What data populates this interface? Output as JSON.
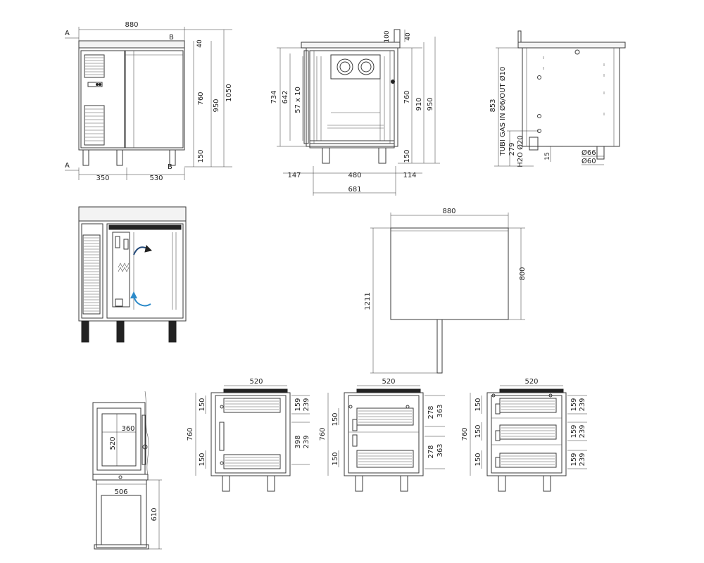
{
  "view1": {
    "dims": {
      "width": "880",
      "height_top": "40",
      "height_760": "760",
      "height_950": "950",
      "height_1050": "1050",
      "leg_150": "150",
      "left_350": "350",
      "right_530": "530"
    },
    "section_marks": {
      "a_top": "A",
      "b_top": "B",
      "a_bottom": "A",
      "b_bottom": "B"
    }
  },
  "view2": {
    "dims": {
      "d100": "100",
      "d40": "40",
      "d734": "734",
      "d642": "642",
      "rails": "57 x 10",
      "d760": "760",
      "d910": "910",
      "d950": "950",
      "d150": "150",
      "d147": "147",
      "d480": "480",
      "d114": "114",
      "d681": "681"
    }
  },
  "view3": {
    "dims": {
      "d853": "853",
      "gas": "TUBI GAS IN Ø6/OUT Ø10",
      "d279": "279",
      "h2o": "H2O Ø20",
      "d15": "15",
      "d66": "Ø66",
      "d60": "Ø60"
    }
  },
  "view5": {
    "dims": {
      "d880": "880",
      "d800": "800",
      "d1211": "1211"
    }
  },
  "view6": {
    "dims": {
      "d360": "360",
      "d520": "520",
      "d506": "506",
      "d610": "610"
    }
  },
  "view7": {
    "dims": {
      "d520": "520",
      "d760": "760",
      "d150a": "150",
      "d150b": "150",
      "d159": "159",
      "d239": "239",
      "d398": "398",
      "d239b": "239"
    }
  },
  "view8": {
    "dims": {
      "d520": "520",
      "d760": "760",
      "d150a": "150",
      "d150b": "150",
      "d278a": "278",
      "d363a": "363",
      "d278b": "278",
      "d363b": "363"
    }
  },
  "view9": {
    "dims": {
      "d520": "520",
      "d760": "760",
      "d150a": "150",
      "d150b": "150",
      "d150c": "150",
      "d159a": "159",
      "d239a": "239",
      "d159b": "159",
      "d239b": "239",
      "d159c": "159",
      "d239c": "239"
    }
  }
}
